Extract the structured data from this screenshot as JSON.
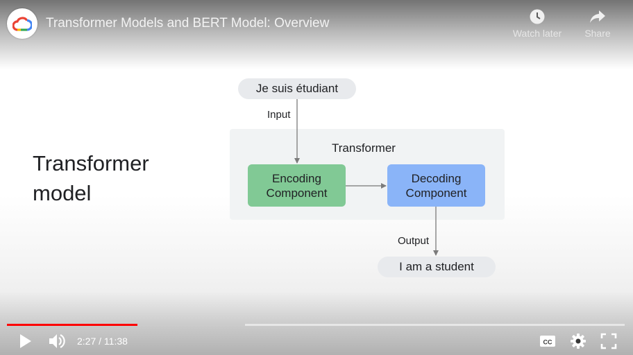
{
  "video": {
    "title": "Transformer Models and BERT Model: Overview",
    "channel_icon": "google-cloud-logo",
    "actions": [
      {
        "label": "Watch later",
        "icon": "clock-icon"
      },
      {
        "label": "Share",
        "icon": "share-arrow-icon"
      }
    ]
  },
  "slide": {
    "heading_line1": "Transformer",
    "heading_line2": "model",
    "input_text": "Je suis étudiant",
    "input_label": "Input",
    "transformer_title": "Transformer",
    "encoder_line1": "Encoding",
    "encoder_line2": "Component",
    "decoder_line1": "Decoding",
    "decoder_line2": "Component",
    "output_label": "Output",
    "output_text": "I am a student",
    "colors": {
      "encoder": "#81c995",
      "decoder": "#8ab4f8",
      "box": "#f1f3f4",
      "pill": "#e8eaed"
    }
  },
  "controls": {
    "time_current": "2:27",
    "time_total": "11:38",
    "time_display": "2:27 / 11:38",
    "played_fraction": 0.211,
    "buffered_fraction": 0.385,
    "played_color": "#ff0000",
    "icons": [
      "play-icon",
      "volume-icon",
      "closed-captions-icon",
      "settings-gear-icon",
      "fullscreen-icon"
    ]
  }
}
